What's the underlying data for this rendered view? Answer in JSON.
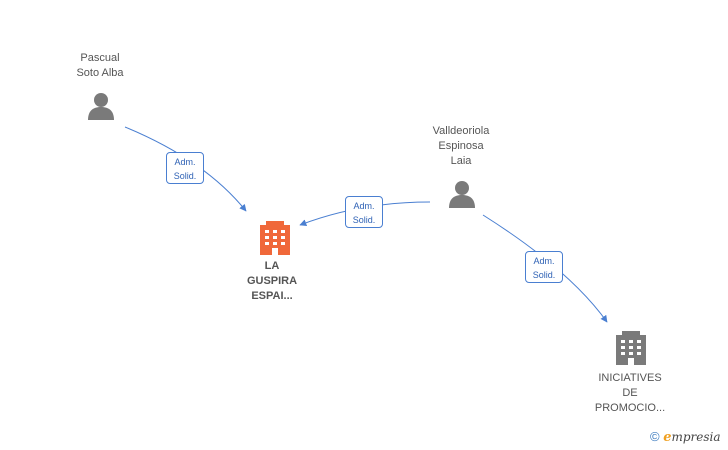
{
  "nodes": {
    "pascual": {
      "line1": "Pascual",
      "line2": "Soto Alba"
    },
    "valldeoriola": {
      "line1": "Valldeoriola",
      "line2": "Espinosa",
      "line3": "Laia"
    },
    "la_guspira": {
      "line1": "LA",
      "line2": "GUSPIRA",
      "line3": "ESPAI..."
    },
    "iniciatives": {
      "line1": "INICIATIVES",
      "line2": "DE",
      "line3": "PROMOCIO..."
    }
  },
  "edges": [
    {
      "from": "Pascual Soto Alba",
      "to": "LA GUSPIRA ESPAI...",
      "line1": "Adm.",
      "line2": "Solid."
    },
    {
      "from": "Valldeoriola Espinosa Laia",
      "to": "LA GUSPIRA ESPAI...",
      "line1": "Adm.",
      "line2": "Solid."
    },
    {
      "from": "Valldeoriola Espinosa Laia",
      "to": "INICIATIVES DE PROMOCIO...",
      "line1": "Adm.",
      "line2": "Solid."
    }
  ],
  "colors": {
    "person_icon": "#7a7a7a",
    "company_highlight": "#f0683a",
    "company_default": "#7a7a7a",
    "edge": "#4a7fd1"
  },
  "icons": {
    "person": "person-icon",
    "company": "building-icon"
  },
  "watermark": {
    "symbol": "©",
    "brand_initial": "e",
    "brand_rest": "mpresia"
  }
}
